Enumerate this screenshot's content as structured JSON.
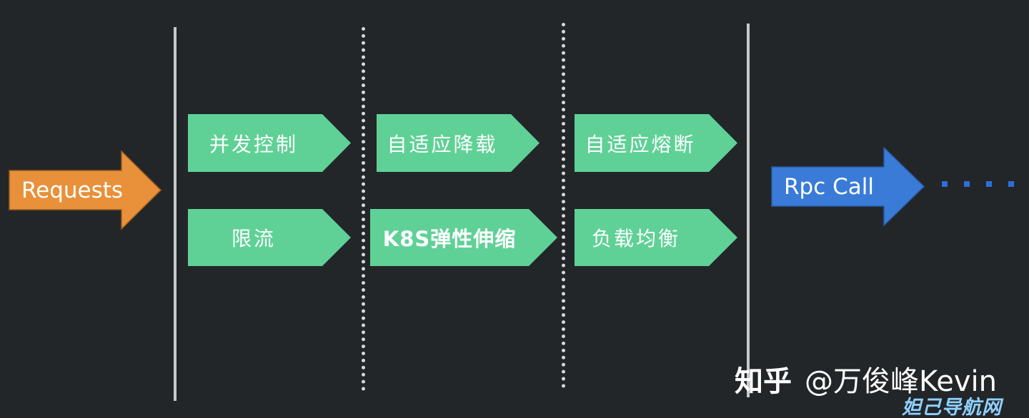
{
  "requests": {
    "label": "Requests"
  },
  "stages": {
    "col1": [
      "并发控制",
      "限流"
    ],
    "col2": [
      "自适应降载",
      "K8S弹性伸缩"
    ],
    "col3": [
      "自适应熔断",
      "负载均衡"
    ]
  },
  "rpc": {
    "label": "Rpc Call"
  },
  "watermark": {
    "brand": "知乎",
    "author": "@万俊峰Kevin",
    "site": "妲己导航网"
  },
  "colors": {
    "background": "#222629",
    "requests_arrow": "#e8913a",
    "stage_arrow": "#5fd196",
    "rpc_arrow": "#3a7bd8",
    "divider": "#c9c9c9"
  }
}
